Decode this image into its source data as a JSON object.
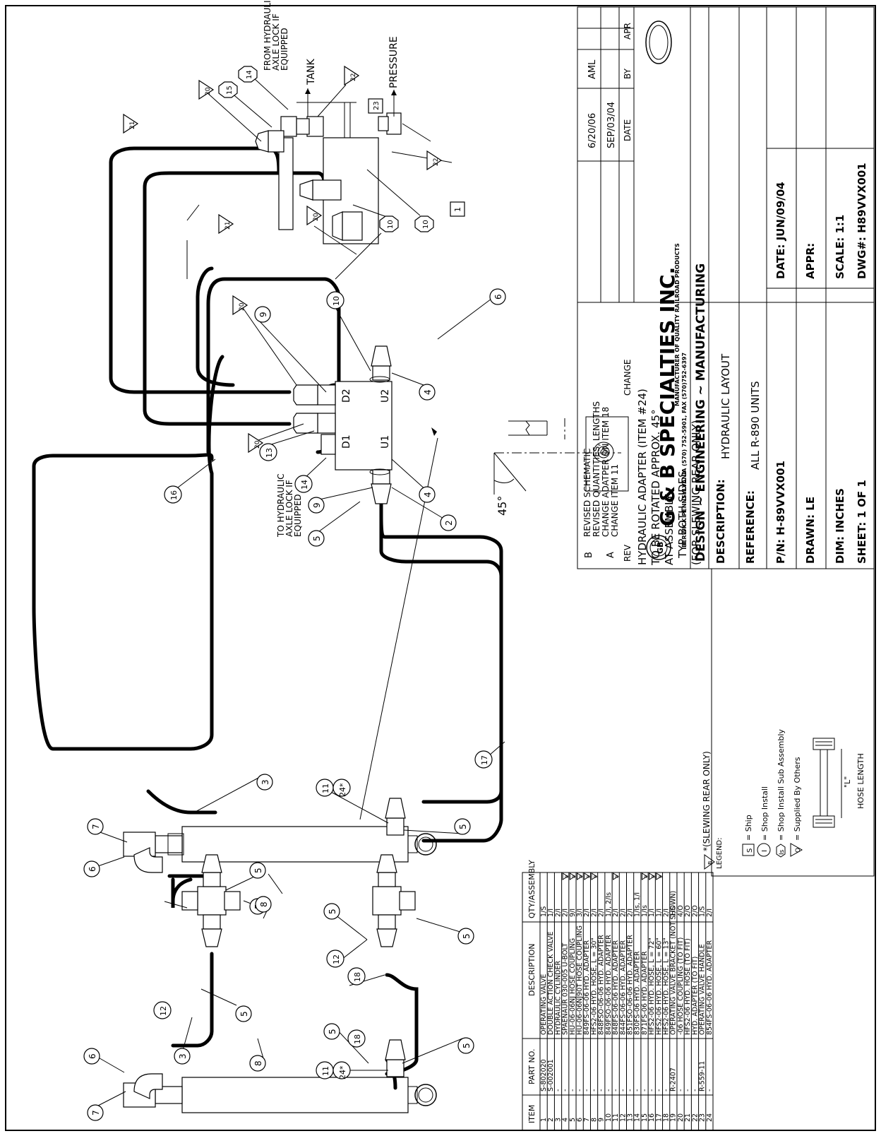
{
  "company": {
    "name": "G & B SPECIALTIES INC.",
    "line1": "MANUFACTURER OF QUALITY RAILROAD PRODUCTS",
    "line2": "BERWICK PENNSYLVANIA (570) 752-5901, FAX (570)752-6397",
    "services": "DESIGN ~ ENGINEERING ~ MANUFACTURING"
  },
  "revisions": {
    "headers": [
      "REV",
      "CHANGE",
      "DATE",
      "BY",
      "APR"
    ],
    "rows": [
      {
        "rev": "B",
        "change1": "REVISED SCHEMATIC",
        "change2": "REVISED QUANTITIES, LENGTHS",
        "date": "6/20/06",
        "by": "AML",
        "apr": ""
      },
      {
        "rev": "A",
        "change1": "CHANGE ADATPER ON ITEM 18",
        "change2": "CHANGE ITEM 11",
        "date": "SEP/03/04",
        "by": "",
        "apr": ""
      }
    ]
  },
  "title_block": {
    "description_label": "DESCRIPTION:",
    "description": "HYDRAULIC LAYOUT",
    "reference_label": "REFERENCE:",
    "reference": "ALL R-890 UNITS",
    "pn": "P/N:  H-89VVX001",
    "date": "DATE: JUN/09/04",
    "drawn": "DRAWN: LE",
    "appr": "APPR:",
    "dim": "DIM: INCHES",
    "scale": "SCALE:  1:1",
    "sheet": "SHEET: 1 OF 1",
    "dwg": "DWG#:   H89VVX001"
  },
  "legend": {
    "title": "LEGEND:",
    "ship_symbol": "S",
    "ship": "= Ship",
    "shop_symbol": "I",
    "shop_install": "= Shop Install",
    "sub_symbol": "Is",
    "shop_sub": "= Shop Install Sub Assembly",
    "others_symbol": "O",
    "others": "= Supplied By Others",
    "hose_l": "\"L\"",
    "hose_length": "HOSE LENGTH"
  },
  "notes": {
    "adapter_note": [
      "HYDRAULIC ADAPTER (ITEM #24)",
      "TO BE ROTATED APPROX. 45°",
      "AT ASSEMBLY",
      "TYP BOTH SIDES",
      "(FOR SLEWING REAR ONLY)"
    ],
    "angle": "45°",
    "to_axle_lock": [
      "TO HYDRAULIC",
      "AXLE LOCK IF",
      "EQUIPPED"
    ],
    "from_axle_lock": [
      "FROM HYDRAULIC",
      "AXLE LOCK IF",
      "EQUIPPED"
    ],
    "tank": "TANK",
    "pressure": "PRESSURE",
    "slewing_footnote": "*(SLEWING REAR ONLY)",
    "rev_flag": "B",
    "port_d1": "D1",
    "port_d2": "D2",
    "port_u1": "U1",
    "port_u2": "U2"
  },
  "bom": {
    "headers": [
      "ITEM",
      "PART NO.",
      "DESCRIPTION",
      "QTY/ASSEMBLY"
    ],
    "rows": [
      {
        "item": "1",
        "part": "S-802020",
        "desc": "OPERATING VALVE",
        "qty": "1/S",
        "flag": ""
      },
      {
        "item": "2",
        "part": "S-002001",
        "desc": "DOUBLE ACTION CHECK VALVE",
        "qty": "1/I",
        "flag": ""
      },
      {
        "item": "3",
        "part": "-",
        "desc": "HYDRAULIC CYLINDER",
        "qty": "2/I",
        "flag": ""
      },
      {
        "item": "4",
        "part": "-",
        "desc": "SPAENAUR 030-005 U-BOLT",
        "qty": "2/I",
        "flag": "B"
      },
      {
        "item": "5",
        "part": "-",
        "desc": "HU-06-06NJ HOSE COUPLING",
        "qty": "9/I",
        "flag": "B"
      },
      {
        "item": "6",
        "part": "-",
        "desc": "HU-06-06NJ90T HOSE COUPLING",
        "qty": "3/I",
        "flag": "B"
      },
      {
        "item": "7",
        "part": "-",
        "desc": "849FS-06-06 HYD. ADAPTER",
        "qty": "2/I",
        "flag": "B"
      },
      {
        "item": "8",
        "part": "-",
        "desc": "HFS2-06 HYD. HOSE, L = 30\"",
        "qty": "2/I",
        "flag": "B"
      },
      {
        "item": "9",
        "part": "-",
        "desc": "848FSO-06-06 HYD. ADAPTER",
        "qty": "2/I",
        "flag": ""
      },
      {
        "item": "10",
        "part": "-",
        "desc": "849FSO-06-06 HYD. ADAPTER",
        "qty": "1/I, 2/Is",
        "flag": ""
      },
      {
        "item": "11",
        "part": "-",
        "desc": "848FS-06-06 HYD. ADAPTER",
        "qty": "2/I",
        "flag": "B"
      },
      {
        "item": "12",
        "part": "-",
        "desc": "844FS-06-06 HYD. ADAPTER",
        "qty": "2/I",
        "flag": ""
      },
      {
        "item": "13",
        "part": "-",
        "desc": "851FSO-06-06 HYD. ADAPTER",
        "qty": "2/I",
        "flag": ""
      },
      {
        "item": "14",
        "part": "-",
        "desc": "830FS-06 HYD. ADAPTER",
        "qty": "1/Is, 1/I",
        "flag": ""
      },
      {
        "item": "15",
        "part": "-",
        "desc": "871FS-06 HYD. ADAPTER",
        "qty": "1/Is",
        "flag": "B"
      },
      {
        "item": "16",
        "part": "-",
        "desc": "HFS2-06 HYD. HOSE, L = 72\"",
        "qty": "1/I",
        "flag": "B"
      },
      {
        "item": "17",
        "part": "-",
        "desc": "HFS2-06 HYD. HOSE, L = 60\"",
        "qty": "1/I",
        "flag": "B"
      },
      {
        "item": "18",
        "part": "-",
        "desc": "HFS2-06 HYD. HOSE, L = 13\"",
        "qty": "2/I",
        "flag": ""
      },
      {
        "item": "19",
        "part": "R-2407",
        "desc": "OPERATING VALVE BRACKET (NOT SHOWN)",
        "qty": "1/S",
        "flag": ""
      },
      {
        "item": "20",
        "part": "-",
        "desc": "-06 HOSE COUPLING (TO FIT)",
        "qty": "4/O",
        "flag": ""
      },
      {
        "item": "21",
        "part": "-",
        "desc": "HFS2-06 HYD. HOSE (TO FIT)",
        "qty": "2/O",
        "flag": ""
      },
      {
        "item": "22",
        "part": "-",
        "desc": "HYD. ADAPTER (TO FIT)",
        "qty": "2/O",
        "flag": ""
      },
      {
        "item": "23",
        "part": "R-559-11",
        "desc": "OPERATING VALVE HANDLE",
        "qty": "1/S",
        "flag": ""
      },
      {
        "item": "24",
        "part": "-",
        "desc": "854FS-06-06 HYD. ADAPTER",
        "qty": "2/I",
        "flag": ""
      }
    ]
  },
  "balloons": {
    "n1": "1",
    "n2": "2",
    "n3": "3",
    "n4": "4",
    "n5": "5",
    "n6": "6",
    "n7": "7",
    "n8": "8",
    "n9": "9",
    "n10": "10",
    "n11": "11",
    "n12": "12",
    "n13": "13",
    "n14": "14",
    "n15": "15",
    "n16": "16",
    "n17": "17",
    "n18": "18",
    "n20": "20",
    "n21": "21",
    "n22": "22",
    "n23": "23",
    "n24": "24*"
  }
}
